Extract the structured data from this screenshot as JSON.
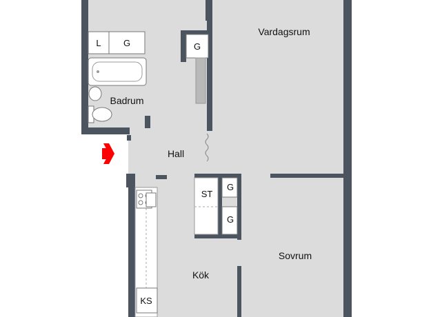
{
  "plan": {
    "rooms": {
      "vardagsrum": "Vardagsrum",
      "badrum": "Badrum",
      "hall": "Hall",
      "kok": "Kök",
      "sovrum": "Sovrum"
    },
    "fixtures": {
      "laundry": "L",
      "bath_closet": "G",
      "hall_closet": "G",
      "storage": "ST",
      "closet_upper": "G",
      "closet_lower": "G",
      "fridge_freezer": "KS"
    }
  },
  "colors": {
    "floor": "#dcdcdc",
    "wall": "#4c5460",
    "fixture": "#ffffff",
    "entrance_arrow": "#ff0000"
  }
}
